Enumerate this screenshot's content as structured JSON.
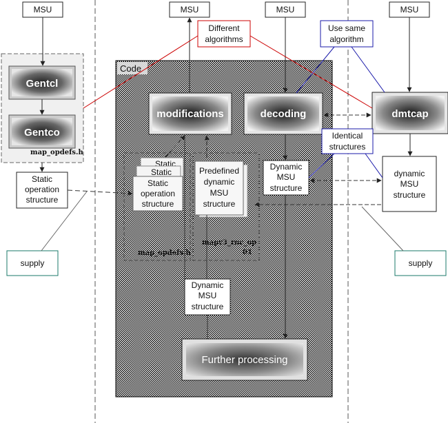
{
  "nodes": {
    "msu_left": "MSU",
    "msu_mod": "MSU",
    "msu_dec": "MSU",
    "msu_right": "MSU",
    "gentcl": "Gentcl",
    "gentco": "Gentco",
    "map_opdefs_left": "map_opdefs.h",
    "static_left": [
      "Static",
      "operation",
      "structure"
    ],
    "supply_left": "supply",
    "supply_right": "supply",
    "different_algorithms": [
      "Different",
      "algorithms"
    ],
    "use_same_algorithm": [
      "Use same",
      "algorithm"
    ],
    "code": "Code",
    "modifications": "modifications",
    "decoding": "decoding",
    "dmtcap": "dmtcap",
    "static_stack_back1": "Static",
    "static_stack_back2": "Static",
    "static_stack_front": [
      "Static",
      "operation",
      "structure"
    ],
    "map_opdefs_code": "map_opdefs.h",
    "predefined": [
      "Predefined",
      "dynamic",
      "MSU",
      "structure"
    ],
    "mapv3_file": [
      "mapv3_rnc_op",
      "01"
    ],
    "identical_structures": [
      "Identical",
      "structures"
    ],
    "dynamic_msu_decoding": [
      "Dynamic",
      "MSU",
      "structure"
    ],
    "dynamic_msu_right": [
      "dynamic",
      "MSU",
      "structure"
    ],
    "dynamic_msu_center": [
      "Dynamic",
      "MSU",
      "structure"
    ],
    "further_processing": "Further processing"
  },
  "colors": {
    "red_note": "#cc0000",
    "blue_note": "#1a1aaa",
    "supply_border": "#1a7a6a",
    "dark_fill": "#333333"
  }
}
